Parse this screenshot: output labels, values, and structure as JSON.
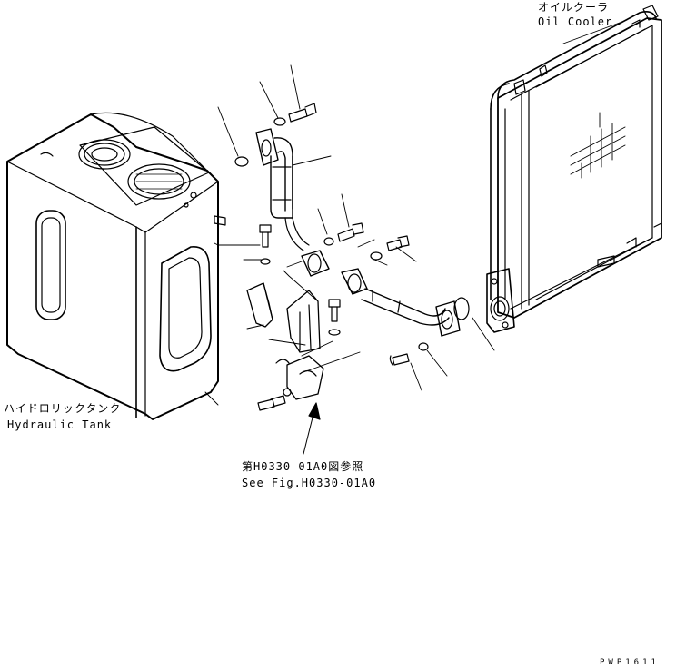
{
  "labels": {
    "oil_cooler_jp": "オイルクーラ",
    "oil_cooler_en": "Oil Cooler",
    "hydraulic_tank_jp": "ハイドロリックタンク",
    "hydraulic_tank_en": "Hydraulic Tank",
    "see_fig_jp": "第H0330-01A0図参照",
    "see_fig_en": "See Fig.H0330-01A0",
    "drawing_code": "PWP1611"
  },
  "colors": {
    "line": "#000000",
    "background": "#ffffff"
  }
}
